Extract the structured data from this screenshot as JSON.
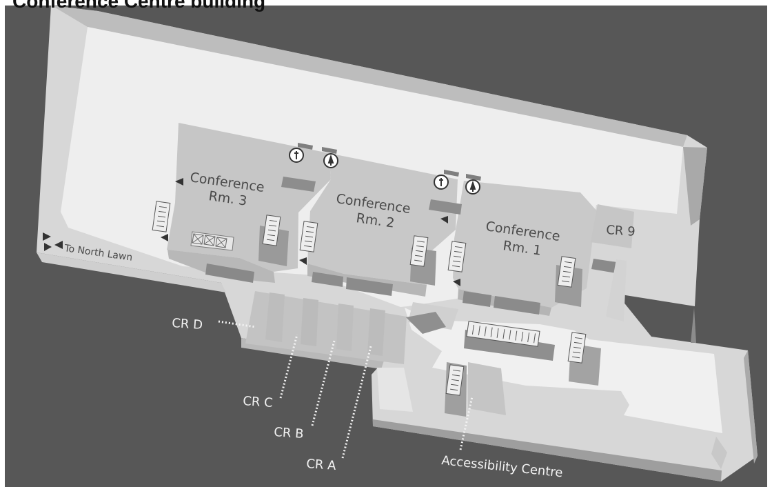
{
  "title": "Conference Centre building",
  "rooms": {
    "conference_3": {
      "line1": "Conference",
      "line2": "Rm. 3"
    },
    "conference_2": {
      "line1": "Conference",
      "line2": "Rm. 2"
    },
    "conference_1": {
      "line1": "Conference",
      "line2": "Rm. 1"
    },
    "cr9": "CR 9"
  },
  "exit_label": "To North Lawn",
  "callouts": {
    "cr_d": "CR D",
    "cr_c": "CR C",
    "cr_b": "CR B",
    "cr_a": "CR A",
    "accessibility": "Accessibility Centre"
  },
  "icons": [
    "men-restroom-icon",
    "women-restroom-icon",
    "stairs-icon",
    "elevator-icon",
    "exit-arrow-icon"
  ],
  "colors": {
    "background": "#575757",
    "floor": "#ededed",
    "room": "#c7c7c7",
    "wall_top": "#e1e1e1",
    "wall_shadow": "#8f8f8f",
    "text_dark": "#4a4a4a",
    "text_light": "#f2f2f2"
  }
}
